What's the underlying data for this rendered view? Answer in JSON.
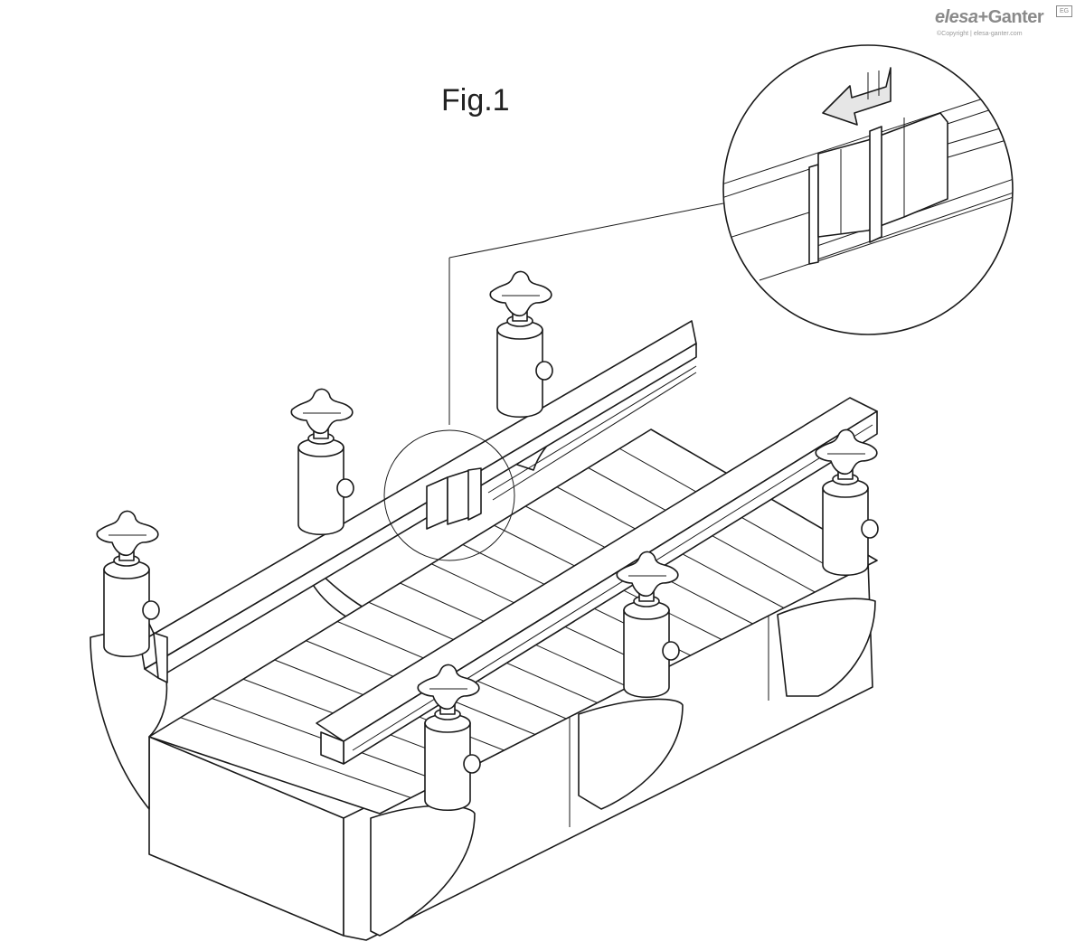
{
  "figure": {
    "title": "Fig.1"
  },
  "brand": {
    "name_part1": "elesa",
    "name_part2": "+Ganter",
    "badge": "EG",
    "copyright": "©Copyright | elesa-ganter.com"
  },
  "colors": {
    "line": "#1a1a1a",
    "background": "#ffffff",
    "brand_gray": "#8a8a8a"
  }
}
